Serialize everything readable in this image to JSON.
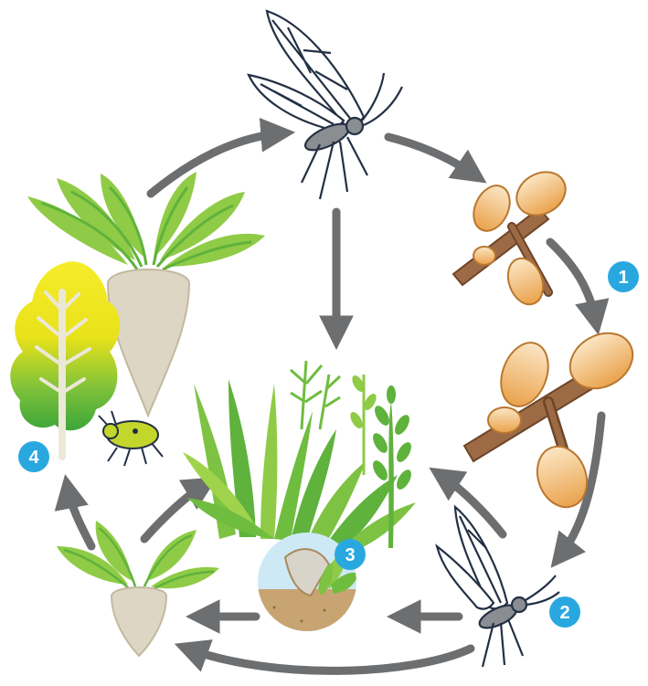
{
  "colors": {
    "arrow": "#6d6e70",
    "badge": "#29a8e0",
    "insect_outline": "#233044",
    "insect_body": "#8a8d92",
    "leaf_light": "#9fd34c",
    "leaf_dark": "#4ea83a",
    "beet_root": "#ddd6c4",
    "bud": "#f2bd73",
    "twig": "#9c6a45",
    "soil": "#c8a472",
    "ground_sky": "#cde9f5",
    "aphid": "#c3d62b",
    "yellow_leaf": "#f3e617"
  },
  "icons": [
    "winged-aphid-icon",
    "winter-bud-icon",
    "weed-cluster-icon",
    "sugar-beet-icon",
    "yellowed-leaf-icon",
    "wingless-aphid-icon",
    "seedling-beet-icon",
    "soil-lens-icon"
  ],
  "steps": [
    {
      "number": "1"
    },
    {
      "number": "2"
    },
    {
      "number": "3"
    },
    {
      "number": "4"
    }
  ]
}
